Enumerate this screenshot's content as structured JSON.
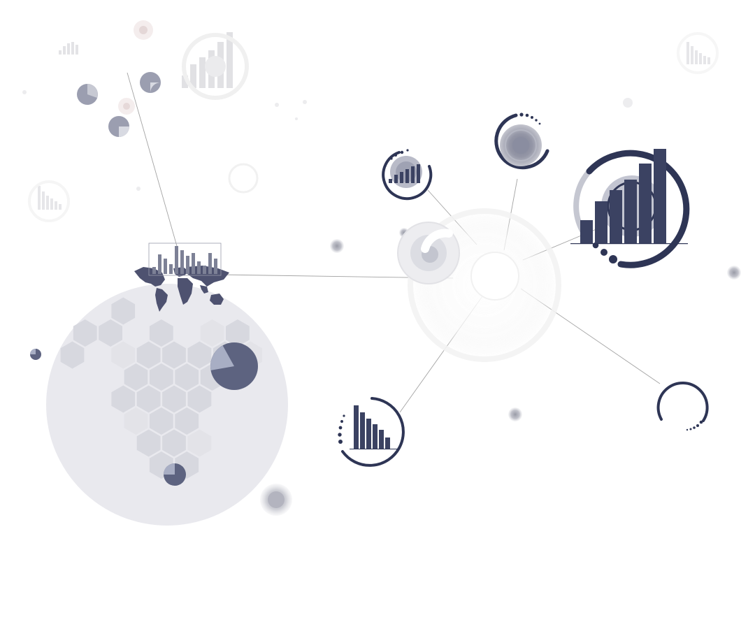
{
  "colors": {
    "navy": "#2e3555",
    "navy_bar": "#3b4262",
    "slate": "#5d6380",
    "pie_light": "#a8aec4",
    "globe_fill": "#e9e9ee",
    "hex_fill": "#d7d8df",
    "hex_light": "#e3e3e8",
    "ring_light": "#c9ccd6",
    "faded_bar": "#d9d9dc",
    "connector": "#9a9a9a",
    "background": "#ffffff"
  },
  "icons": [
    "globe-illustration",
    "world-map-icon",
    "hexagon-pattern",
    "pie-chart-icon",
    "bar-chart-icon",
    "ring-gauge-icon",
    "network-hub"
  ]
}
